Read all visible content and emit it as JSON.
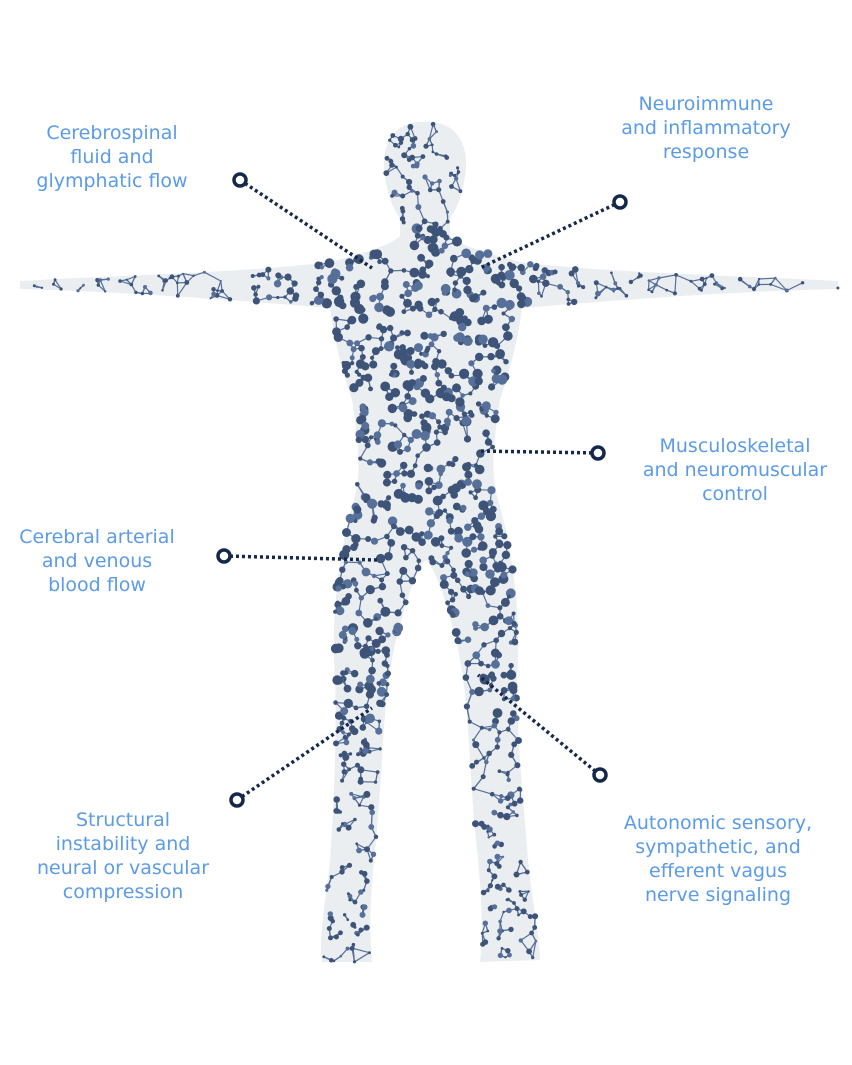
{
  "colors": {
    "figure": "#3d5478",
    "figure_light": "#56709a",
    "connector": "#15284a",
    "label": "#5b9be8",
    "background": "#ffffff"
  },
  "figure": {
    "icon": "human-body-molecular-network-icon"
  },
  "callouts": [
    {
      "id": "csf",
      "lines": [
        "Cerebrospinal",
        "fluid and",
        "glymphatic flow"
      ]
    },
    {
      "id": "neuroimmune",
      "lines": [
        "Neuroimmune",
        "and inflammatory",
        "response"
      ]
    },
    {
      "id": "musculoskeletal",
      "lines": [
        "Musculoskeletal",
        "and neuromuscular",
        "control"
      ]
    },
    {
      "id": "cerebral-blood",
      "lines": [
        "Cerebral arterial",
        "and venous",
        "blood flow"
      ]
    },
    {
      "id": "structural",
      "lines": [
        "Structural",
        "instability and",
        "neural or vascular",
        "compression"
      ]
    },
    {
      "id": "autonomic",
      "lines": [
        "Autonomic sensory,",
        "sympathetic, and",
        "efferent vagus",
        "nerve signaling"
      ]
    }
  ]
}
